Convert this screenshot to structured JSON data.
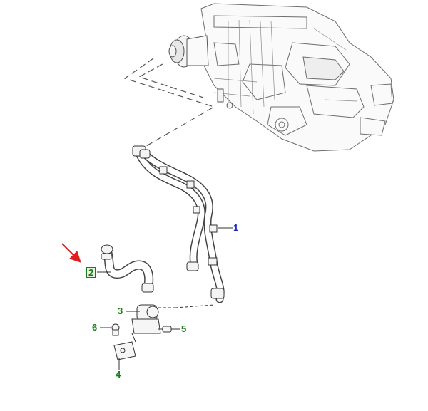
{
  "callouts": [
    {
      "id": "c1",
      "label": "1",
      "color": "#1b2fbf"
    },
    {
      "id": "c2",
      "label": "2",
      "color": "#1a7a1a",
      "highlighted": true
    },
    {
      "id": "c3",
      "label": "3",
      "color": "#1a7a1a"
    },
    {
      "id": "c4",
      "label": "4",
      "color": "#1a7a1a"
    },
    {
      "id": "c5",
      "label": "5",
      "color": "#1a7a1a"
    },
    {
      "id": "c6",
      "label": "6",
      "color": "#1a7a1a"
    }
  ],
  "pointer_arrow_color": "#e02020",
  "line_color": "#333333"
}
